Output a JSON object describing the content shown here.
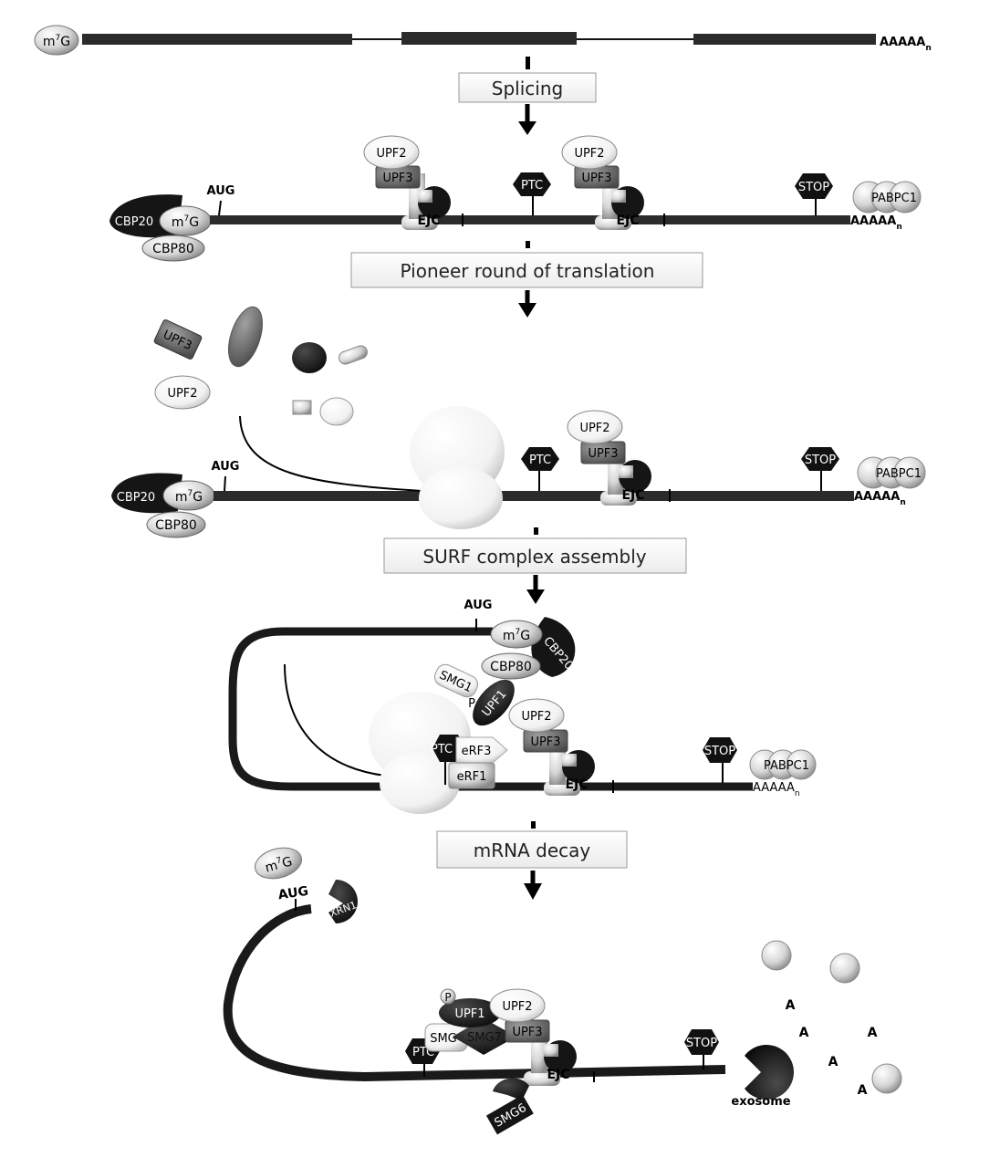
{
  "figure": {
    "steps": [
      {
        "label": "Splicing"
      },
      {
        "label": "Pioneer round of translation"
      },
      {
        "label": "SURF complex assembly"
      },
      {
        "label": "mRNA decay"
      }
    ],
    "labels": {
      "cap": "m7G",
      "cap_base": "m",
      "cap_sup": "7",
      "cap_tail": "G",
      "polyA": "AAAAA",
      "polyA_sub": "n",
      "aug": "AUG",
      "ptc": "PTC",
      "stop": "STOP",
      "ejc": "EJC",
      "upf1": "UPF1",
      "upf2": "UPF2",
      "upf3": "UPF3",
      "cbp20": "CBP20",
      "cbp80": "CBP80",
      "pabpc1": "PABPC1",
      "smg1": "SMG1",
      "smg6": "SMG6",
      "smg7": "SMG7",
      "erf1": "eRF1",
      "erf3": "eRF3",
      "phospho": "P",
      "xrn1": "XRN1",
      "exosome": "exosome",
      "released_a": "A"
    },
    "colors": {
      "rna": "#2b2b2b",
      "protein_dark": "#151515",
      "protein_mid": "#6b6b6b",
      "protein_light": "#d4d4d4",
      "ribosome": "#f4f4f4",
      "step_box_border": "#999999"
    }
  }
}
